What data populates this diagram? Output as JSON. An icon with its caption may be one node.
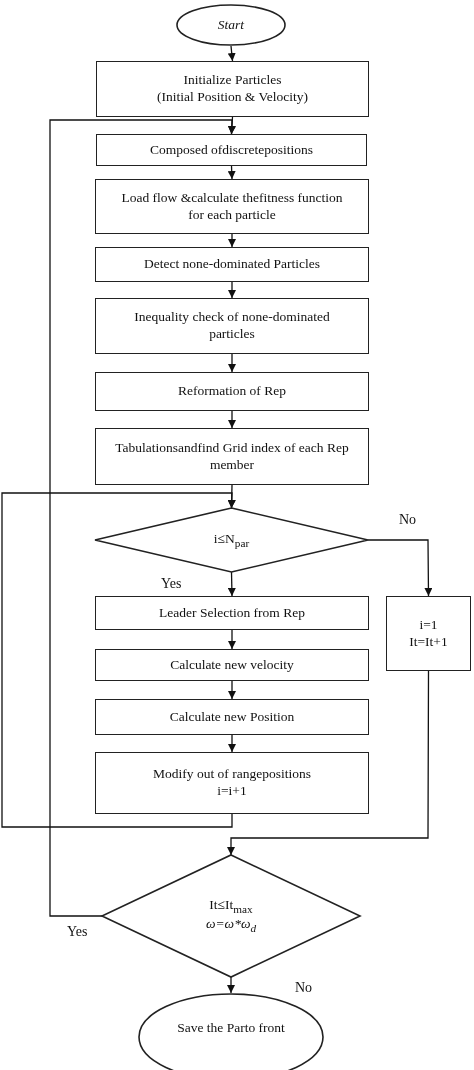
{
  "diagram": {
    "nodes": [
      {
        "text": [
          "Start"
        ]
      },
      {
        "text": [
          "Initialize Particles",
          "(Initial Position & Velocity)"
        ]
      },
      {
        "text": [
          "Composed ofdiscretepositions"
        ]
      },
      {
        "text": [
          "Load flow &calculate thefitness function for each particle"
        ]
      },
      {
        "text": [
          "Detect none-dominated Particles"
        ]
      },
      {
        "text": [
          "Inequality check of none-dominated particles"
        ]
      },
      {
        "text": [
          "Reformation of Rep"
        ]
      },
      {
        "text": [
          "Tabulationsandfind Grid index of each Rep member"
        ]
      },
      {
        "text": [
          "i≤N$_{par}$"
        ]
      },
      {
        "text": [
          "Leader Selection from Rep"
        ]
      },
      {
        "text": [
          "Calculate new velocity"
        ]
      },
      {
        "text": [
          "Calculate new Position"
        ]
      },
      {
        "text": [
          "Modify out of rangepositions",
          "i=i+1"
        ]
      },
      {
        "text": [
          "i=1",
          "It=It+1"
        ]
      },
      {
        "text": [
          "It≤It$_{max}$",
          "ω=ω*ω$_{d}$"
        ]
      },
      {
        "text": [
          "Save the Parto front"
        ]
      }
    ],
    "edges": [
      {
        "from": 0,
        "to": 1,
        "arrow": "to"
      },
      {
        "from": 1,
        "to": 2,
        "arrow": "to"
      },
      {
        "from": 2,
        "to": 3,
        "arrow": "to"
      },
      {
        "from": 3,
        "to": 4,
        "arrow": "to"
      },
      {
        "from": 4,
        "to": 5,
        "arrow": "to"
      },
      {
        "from": 5,
        "to": 6,
        "arrow": "to"
      },
      {
        "from": 6,
        "to": 7,
        "arrow": "to"
      },
      {
        "from": 7,
        "to": 8,
        "arrow": "to"
      },
      {
        "from": 8,
        "to": 9,
        "arrow": "to",
        "label": "Yes"
      },
      {
        "from": 8,
        "to": 13,
        "arrow": "to",
        "label": "No"
      },
      {
        "from": 9,
        "to": 10,
        "arrow": "to"
      },
      {
        "from": 10,
        "to": 11,
        "arrow": "to"
      },
      {
        "from": 11,
        "to": 12,
        "arrow": "to"
      },
      {
        "from": 12,
        "to": 8,
        "arrow": "to"
      },
      {
        "from": 13,
        "to": 14,
        "arrow": "to"
      },
      {
        "from": 14,
        "to": 2,
        "arrow": "to",
        "label": "Yes"
      },
      {
        "from": 14,
        "to": 15,
        "arrow": "to",
        "label": "No"
      }
    ]
  }
}
